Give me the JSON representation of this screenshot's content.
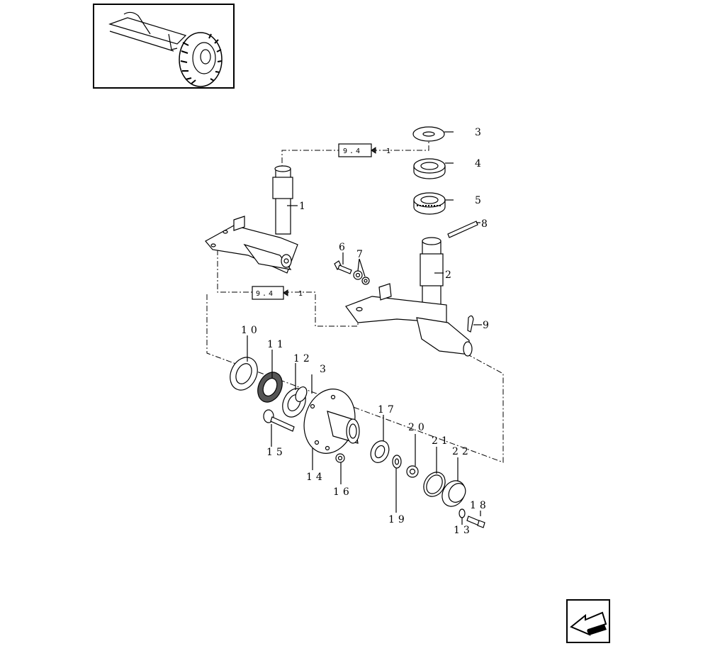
{
  "diagram": {
    "callouts": [
      {
        "id": "c1",
        "text": "1"
      },
      {
        "id": "c2",
        "text": "2"
      },
      {
        "id": "c3",
        "text": "3"
      },
      {
        "id": "c4",
        "text": "4"
      },
      {
        "id": "c5",
        "text": "5"
      },
      {
        "id": "c6",
        "text": "6"
      },
      {
        "id": "c7",
        "text": "7"
      },
      {
        "id": "c8",
        "text": "8"
      },
      {
        "id": "c9",
        "text": "9"
      },
      {
        "id": "c10",
        "text": "10"
      },
      {
        "id": "c11",
        "text": "11"
      },
      {
        "id": "c12",
        "text": "12"
      },
      {
        "id": "c13",
        "text": "13"
      },
      {
        "id": "c14",
        "text": "14"
      },
      {
        "id": "c15",
        "text": "15"
      },
      {
        "id": "c16",
        "text": "16"
      },
      {
        "id": "c17",
        "text": "17"
      },
      {
        "id": "c18",
        "text": "18"
      },
      {
        "id": "c19",
        "text": "19"
      },
      {
        "id": "c20",
        "text": "20"
      },
      {
        "id": "c21",
        "text": "21"
      },
      {
        "id": "c22",
        "text": "22"
      },
      {
        "id": "c23",
        "text": "3"
      }
    ],
    "refs": [
      {
        "id": "ref-top",
        "box": "9.4",
        "suffix": "1"
      },
      {
        "id": "ref-bottom",
        "box": "9.4",
        "suffix": "1"
      }
    ]
  }
}
